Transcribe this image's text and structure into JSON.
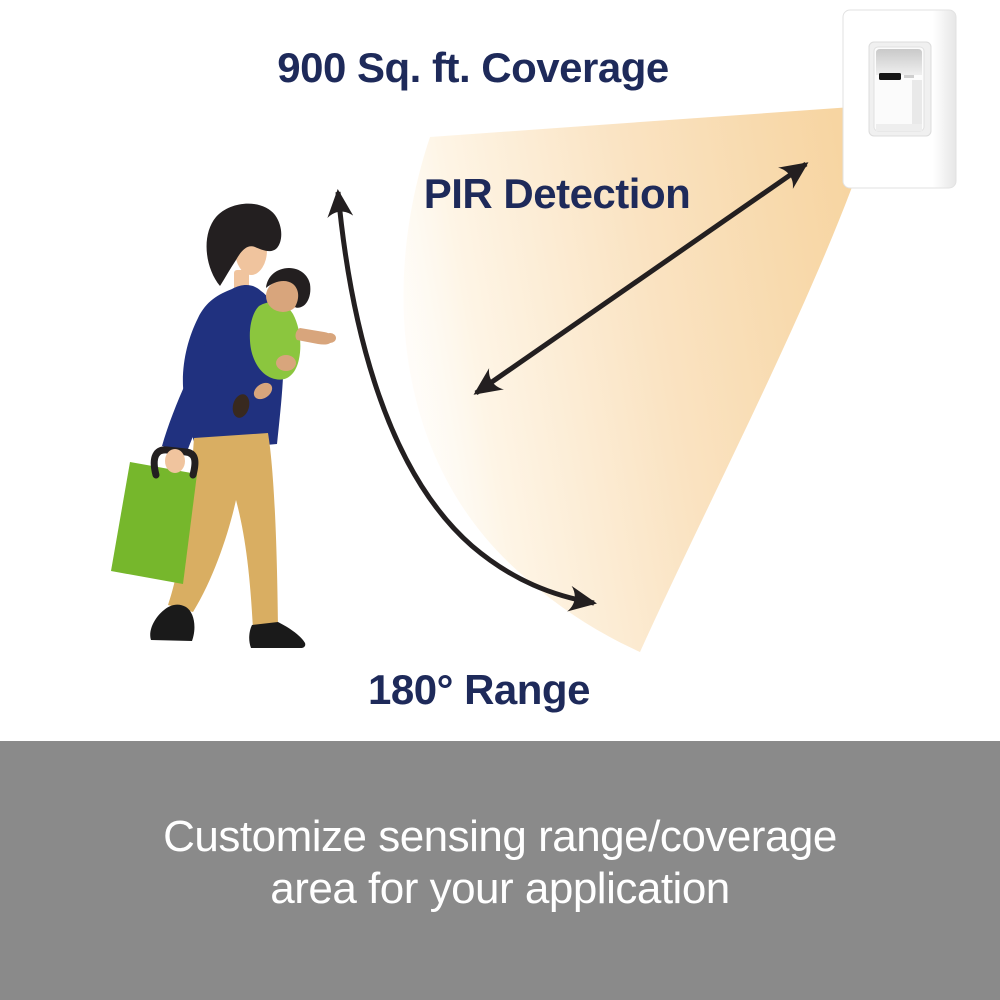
{
  "diagram": {
    "coverage_label": "900 Sq. ft. Coverage",
    "detection_label": "PIR Detection",
    "range_label": "180° Range"
  },
  "banner": {
    "line1": "Customize sensing range/coverage",
    "line2": "area for your application"
  },
  "icons": {
    "cone": "pir-detection-cone",
    "sensor": "motion-sensor-wall-switch",
    "distance_arrow": "coverage-distance-double-arrow",
    "range_arrow": "range-sweep-arc-arrow",
    "figure": "woman-carrying-baby-and-shopping-bag"
  },
  "colors": {
    "headline_navy": "#1e2a5a",
    "banner_bg": "#8a8a8a",
    "banner_text": "#ffffff",
    "arrow_black": "#231f20",
    "cone_strong": "#f7d5a2",
    "cone_mid": "#fae3c2",
    "cone_soft": "#fef5e6",
    "cone_fade": "#ffffff",
    "woman_top_navy": "#20317f",
    "woman_pants_tan": "#d9ae62",
    "woman_skin": "#f0c49e",
    "baby_skin": "#d8a57c",
    "hair_black": "#231f20",
    "bag_green": "#76b72c",
    "baby_green": "#8bc63e",
    "shoe_black": "#1a1a1a",
    "dark_hand": "#38291f",
    "sensor_plate_light": "#ffffff",
    "sensor_plate_shade": "#e4e4e4",
    "sensor_bezel": "#f0f0f0",
    "sensor_lens_dark": "#c9c9c9",
    "sensor_lens_light": "#efefef",
    "sensor_slot": "#141414"
  }
}
